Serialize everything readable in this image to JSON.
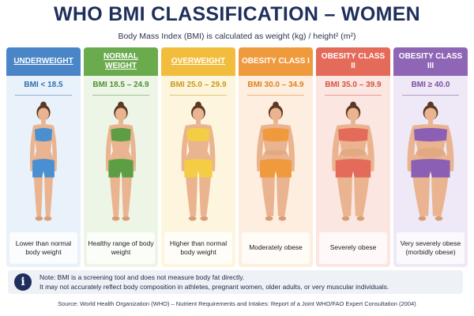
{
  "title": "WHO BMI CLASSIFICATION – WOMEN",
  "subtitle": "Body Mass Index (BMI) is calculated as weight (kg) / height² (m²)",
  "categories": [
    {
      "label": "UNDERWEIGHT",
      "range": "BMI < 18.5",
      "description": "Lower than normal body weight",
      "header_color": "#4a86c7",
      "bg_color": "#e9f1fa",
      "text_color": "#2f6fb3",
      "suit_color": "#4a8fd1",
      "size": 0.78
    },
    {
      "label": "NORMAL WEIGHT",
      "range": "BMI 18.5 – 24.9",
      "description": "Healthy range of body weight",
      "header_color": "#6aab4e",
      "bg_color": "#edf5e7",
      "text_color": "#4f8f36",
      "suit_color": "#5d9e45",
      "size": 0.92
    },
    {
      "label": "OVERWEIGHT",
      "range": "BMI 25.0 – 29.9",
      "description": "Higher than normal body weight",
      "header_color": "#f2bd3c",
      "bg_color": "#fdf5dd",
      "text_color": "#c99a15",
      "suit_color": "#f4cd45",
      "size": 1.08
    },
    {
      "label": "OBESITY CLASS I",
      "range": "BMI 30.0 – 34.9",
      "description": "Moderately obese",
      "header_color": "#f09a3e",
      "bg_color": "#fdeedf",
      "text_color": "#e07f1c",
      "suit_color": "#f09a3e",
      "size": 1.26
    },
    {
      "label": "OBESITY CLASS II",
      "range": "BMI 35.0 – 39.9",
      "description": "Severely obese",
      "header_color": "#e46a5a",
      "bg_color": "#fbe6e2",
      "text_color": "#d25441",
      "suit_color": "#e46a5a",
      "size": 1.44
    },
    {
      "label": "OBESITY CLASS III",
      "range": "BMI ≥ 40.0",
      "description": "Very severely obese (morbidly obese)",
      "header_color": "#8f66b5",
      "bg_color": "#efe8f6",
      "text_color": "#7a4fa3",
      "suit_color": "#8b5fb3",
      "size": 1.62
    }
  ],
  "note": {
    "icon": "info-icon",
    "line1": "Note: BMI is a screening tool and does not measure body fat directly.",
    "line2": "It may not accurately reflect body composition in athletes, pregnant women, older adults, or very muscular individuals."
  },
  "source": "Source: World Health Organization (WHO) – Nutrient Requirements and Intakes: Report of a Joint WHO/FAO Expert Consultation (2004)"
}
